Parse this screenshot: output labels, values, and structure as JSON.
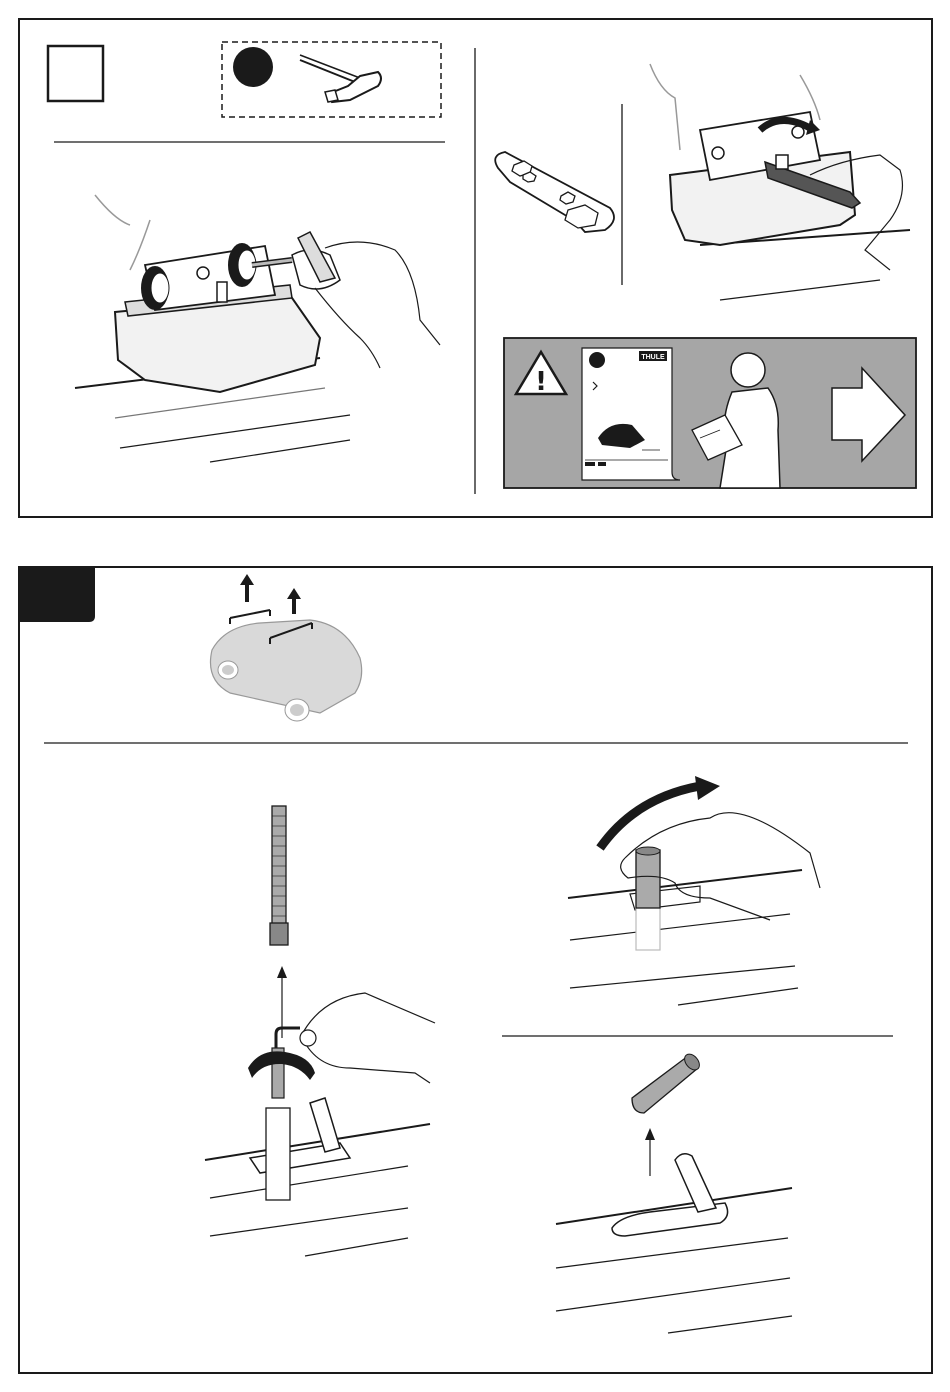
{
  "manual": {
    "brand_logo": "THULE",
    "colors": {
      "line": "#1a1a1a",
      "gray_bg": "#a6a6a6",
      "car_fill": "#d9d9d9",
      "rail_gray": "#888888",
      "tag_black": "#1a1a1a"
    },
    "icons": [
      "step-number-box",
      "tool-indicator-dot",
      "hex-key-tool",
      "warning-triangle-icon",
      "instruction-booklet-icon",
      "person-reading-icon",
      "next-arrow-icon",
      "up-arrow-icon",
      "rotate-arrow-icon"
    ]
  }
}
